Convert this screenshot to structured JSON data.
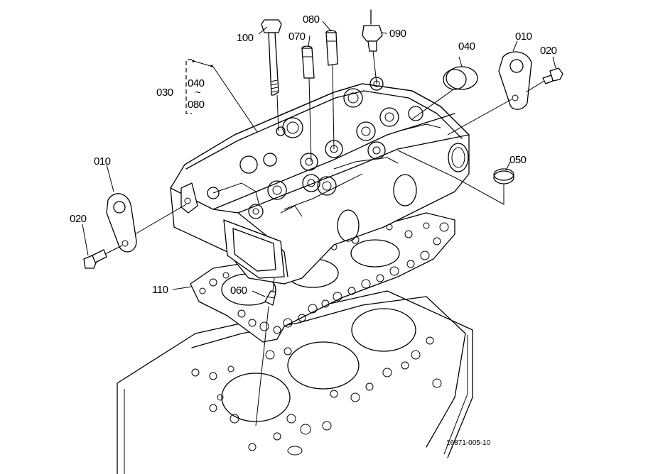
{
  "callouts": {
    "c100": "100",
    "c070": "070",
    "c080_top": "080",
    "c090": "090",
    "c040_top": "040",
    "c010_right": "010",
    "c020_right": "020",
    "c030": "030",
    "c040_group": "040",
    "c_tilde": "~",
    "c080_group": "080",
    "c050": "050",
    "c010_left": "010",
    "c020_left": "020",
    "c110": "110",
    "c060": "060"
  },
  "figure_number": "16871-005-10"
}
